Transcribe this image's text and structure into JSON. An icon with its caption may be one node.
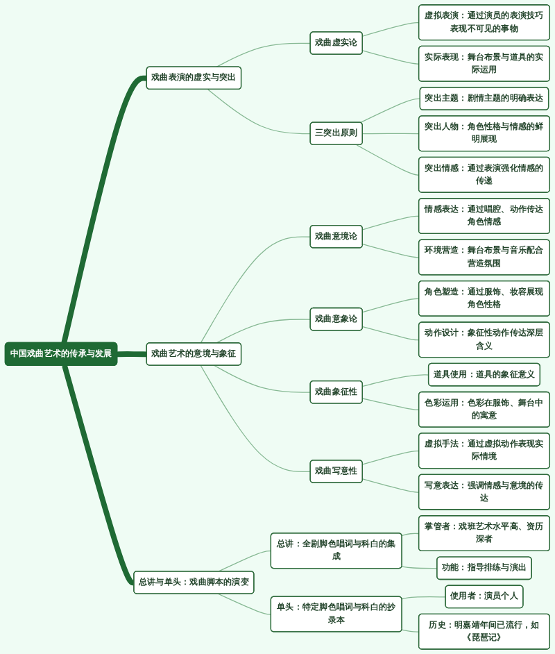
{
  "diagram": {
    "nodes": [
      {
        "text": [
          "中国戏曲艺术的传承与发展"
        ]
      },
      {
        "text": [
          "戏曲表演的虚实与突出"
        ]
      },
      {
        "text": [
          "戏曲虚实论"
        ]
      },
      {
        "text": [
          "虚拟表演：通过演员的表演技巧表现不可见的事物"
        ]
      },
      {
        "text": [
          "实际表现：舞台布景与道具的实际运用"
        ]
      },
      {
        "text": [
          "三突出原则"
        ]
      },
      {
        "text": [
          "突出主题：剧情主题的明确表达"
        ]
      },
      {
        "text": [
          "突出人物：角色性格与情感的鲜明展现"
        ]
      },
      {
        "text": [
          "突出情感：通过表演强化情感的传递"
        ]
      },
      {
        "text": [
          "戏曲艺术的意境与象征"
        ]
      },
      {
        "text": [
          "戏曲意境论"
        ]
      },
      {
        "text": [
          "情感表达：通过唱腔、动作传达角色情感"
        ]
      },
      {
        "text": [
          "环境营造：舞台布景与音乐配合营造氛围"
        ]
      },
      {
        "text": [
          "戏曲意象论"
        ]
      },
      {
        "text": [
          "角色塑造：通过服饰、妆容展现角色性格"
        ]
      },
      {
        "text": [
          "动作设计：象征性动作传达深层含义"
        ]
      },
      {
        "text": [
          "戏曲象征性"
        ]
      },
      {
        "text": [
          "道具使用：道具的象征意义"
        ]
      },
      {
        "text": [
          "色彩运用：色彩在服饰、舞台中的寓意"
        ]
      },
      {
        "text": [
          "戏曲写意性"
        ]
      },
      {
        "text": [
          "虚拟手法：通过虚拟动作表现实际情境"
        ]
      },
      {
        "text": [
          "写意表达：强调情感与意境的传达"
        ]
      },
      {
        "text": [
          "总讲与单头：戏曲脚本的演变"
        ]
      },
      {
        "text": [
          "总讲：全剧脚色唱词与科白的集成"
        ]
      },
      {
        "text": [
          "掌管者：戏班艺术水平高、资历深者"
        ]
      },
      {
        "text": [
          "功能：指导排练与演出"
        ]
      },
      {
        "text": [
          "单头：特定脚色唱词与科白的抄录本"
        ]
      },
      {
        "text": [
          "使用者：演员个人"
        ]
      },
      {
        "text": [
          "历史：明嘉靖年间已流行，如《琵琶记》"
        ]
      }
    ],
    "edges": [
      {
        "from": 0,
        "to": 1,
        "arrow": "none",
        "style": "thick",
        "color": "#1f6a34"
      },
      {
        "from": 1,
        "to": 2,
        "arrow": "none"
      },
      {
        "from": 2,
        "to": 3,
        "arrow": "none"
      },
      {
        "from": 2,
        "to": 4,
        "arrow": "none"
      },
      {
        "from": 1,
        "to": 5,
        "arrow": "none"
      },
      {
        "from": 5,
        "to": 6,
        "arrow": "none"
      },
      {
        "from": 5,
        "to": 7,
        "arrow": "none"
      },
      {
        "from": 5,
        "to": 8,
        "arrow": "none"
      },
      {
        "from": 0,
        "to": 9,
        "arrow": "none",
        "style": "thick",
        "color": "#1f6a34"
      },
      {
        "from": 9,
        "to": 10,
        "arrow": "none"
      },
      {
        "from": 10,
        "to": 11,
        "arrow": "none"
      },
      {
        "from": 10,
        "to": 12,
        "arrow": "none"
      },
      {
        "from": 9,
        "to": 13,
        "arrow": "none"
      },
      {
        "from": 13,
        "to": 14,
        "arrow": "none"
      },
      {
        "from": 13,
        "to": 15,
        "arrow": "none"
      },
      {
        "from": 9,
        "to": 16,
        "arrow": "none"
      },
      {
        "from": 16,
        "to": 17,
        "arrow": "none"
      },
      {
        "from": 16,
        "to": 18,
        "arrow": "none"
      },
      {
        "from": 9,
        "to": 19,
        "arrow": "none"
      },
      {
        "from": 19,
        "to": 20,
        "arrow": "none"
      },
      {
        "from": 19,
        "to": 21,
        "arrow": "none"
      },
      {
        "from": 0,
        "to": 22,
        "arrow": "none",
        "style": "thick",
        "color": "#1f6a34"
      },
      {
        "from": 22,
        "to": 23,
        "arrow": "none"
      },
      {
        "from": 23,
        "to": 24,
        "arrow": "none"
      },
      {
        "from": 23,
        "to": 25,
        "arrow": "none"
      },
      {
        "from": 22,
        "to": 26,
        "arrow": "none"
      },
      {
        "from": 26,
        "to": 27,
        "arrow": "none"
      },
      {
        "from": 26,
        "to": 28,
        "arrow": "none"
      }
    ]
  }
}
